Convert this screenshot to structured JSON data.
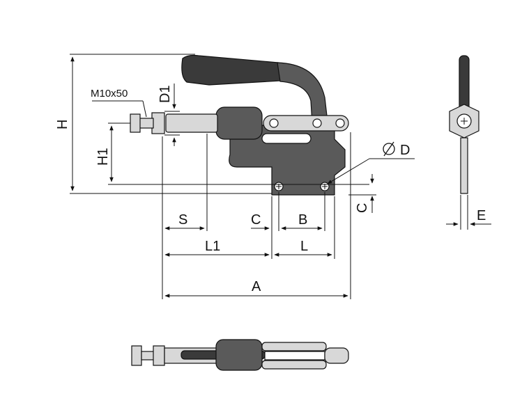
{
  "labels": {
    "H": "H",
    "H1": "H1",
    "D1": "D1",
    "thread": "M10x50",
    "D": "D",
    "S": "S",
    "C_bottom": "C",
    "B": "B",
    "C_right": "C",
    "L1": "L1",
    "L": "L",
    "A": "A",
    "E": "E"
  }
}
